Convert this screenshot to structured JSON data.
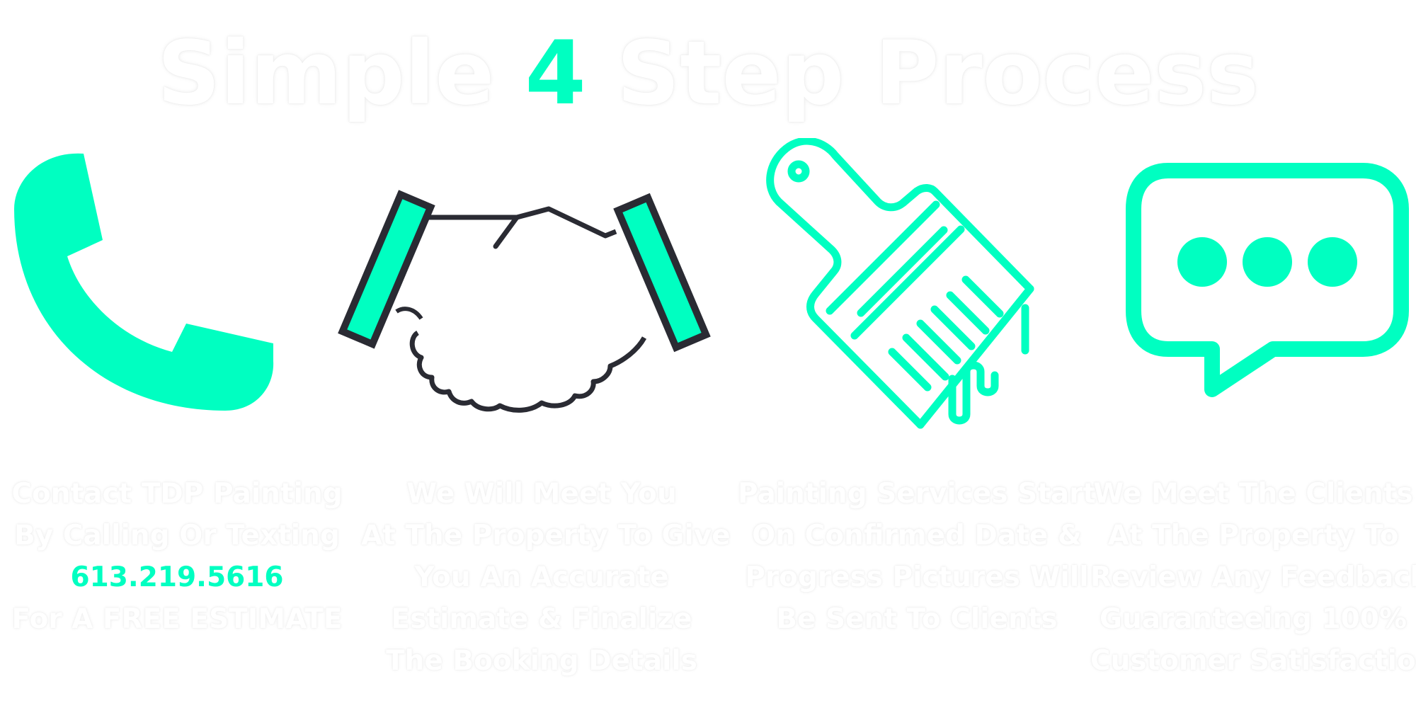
{
  "title": {
    "before": "Simple",
    "number": "4",
    "after": "Step Process"
  },
  "colors": {
    "accent": "#00ffc1",
    "outline": "#2a2b33",
    "text": "#ffffff"
  },
  "steps": [
    {
      "icon": "phone-icon",
      "lines": [
        "Contact TDP Painting",
        "By Calling Or Texting"
      ],
      "phone": "613.219.5616",
      "after": [
        "For A FREE ESTIMATE"
      ]
    },
    {
      "icon": "handshake-icon",
      "lines": [
        "We Will Meet You",
        "At The Property To Give",
        "You An Accurate",
        "Estimate & Finalize",
        "The Booking Details"
      ]
    },
    {
      "icon": "paint-brush-icon",
      "lines": [
        "Painting Services Start",
        "On Confirmed Date &",
        "Progress Pictures Will",
        "Be Sent To Clients"
      ]
    },
    {
      "icon": "chat-bubble-icon",
      "lines": [
        "We Meet The Clients",
        "At The Property To",
        "Review Any Feedback,",
        "Guaranteeing 100%",
        "Customer Satisfaction"
      ]
    }
  ]
}
